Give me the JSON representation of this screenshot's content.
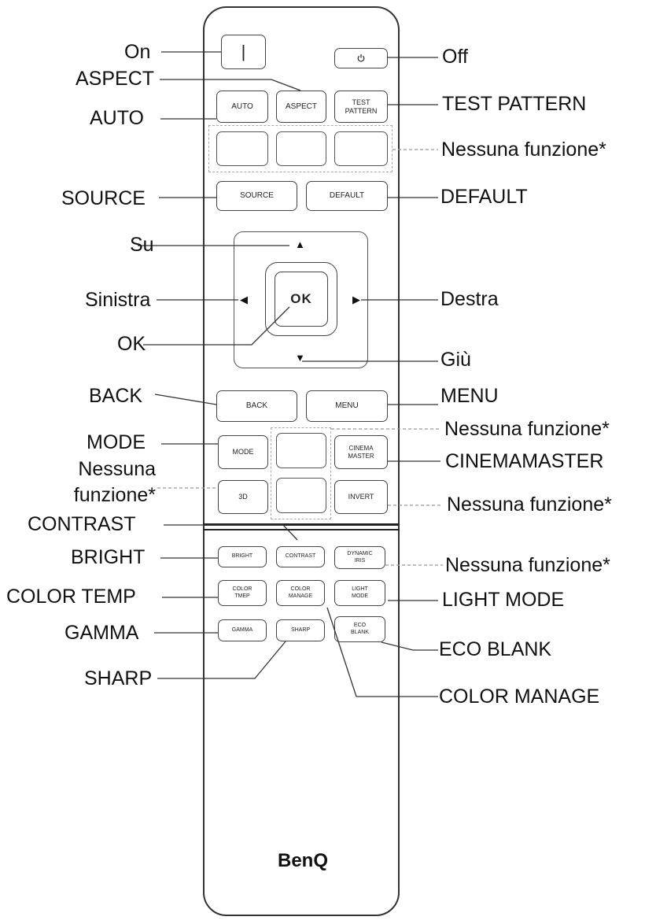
{
  "remote": {
    "brand": "BenQ",
    "on_button": "|",
    "off_button_icon": "power-icon",
    "buttons": {
      "auto": "AUTO",
      "aspect": "ASPECT",
      "test_pattern": "TEST\nPATTERN",
      "source": "SOURCE",
      "default": "DEFAULT",
      "ok": "OK",
      "back": "BACK",
      "menu": "MENU",
      "mode": "MODE",
      "cinema_master": "CINEMA\nMASTER",
      "three_d": "3D",
      "invert": "INVERT",
      "bright": "BRIGHT",
      "contrast": "CONTRAST",
      "dynamic_iris": "DYNAMIC\nIRIS",
      "color_temp": "COLOR\nTMEP",
      "color_manage": "COLOR\nMANAGE",
      "light_mode": "LIGHT\nMODE",
      "gamma": "GAMMA",
      "sharp": "SHARP",
      "eco_blank": "ECO\nBLANK"
    },
    "arrows": {
      "up": "▲",
      "down": "▼",
      "left": "◀",
      "right": "▶"
    }
  },
  "labels": {
    "on": "On",
    "off": "Off",
    "aspect": "ASPECT",
    "auto": "AUTO",
    "test_pattern": "TEST PATTERN",
    "no_function_1": "Nessuna funzione*",
    "source": "SOURCE",
    "default": "DEFAULT",
    "up": "Su",
    "left": "Sinistra",
    "right": "Destra",
    "ok": "OK",
    "down": "Giù",
    "back": "BACK",
    "menu": "MENU",
    "mode": "MODE",
    "no_function_2": "Nessuna funzione*",
    "no_function_3": "Nessuna\nfunzione*",
    "cinema_master": "CINEMAMASTER",
    "no_function_4": "Nessuna funzione*",
    "contrast": "CONTRAST",
    "bright": "BRIGHT",
    "no_function_5": "Nessuna funzione*",
    "color_temp": "COLOR TEMP",
    "light_mode": "LIGHT MODE",
    "gamma": "GAMMA",
    "eco_blank": "ECO BLANK",
    "sharp": "SHARP",
    "color_manage": "COLOR MANAGE"
  }
}
